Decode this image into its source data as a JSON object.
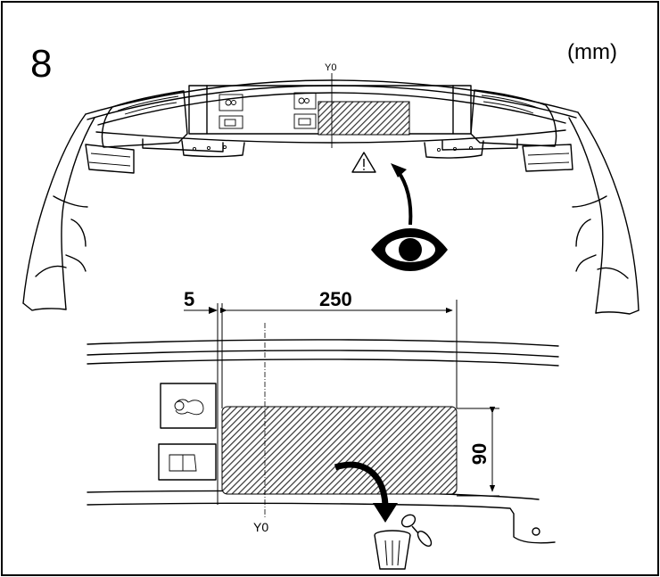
{
  "figure": {
    "step_number": "8",
    "unit_label": "(mm)"
  },
  "top_view": {
    "centerline_label": "Y0",
    "caution_symbol": "warning-triangle-icon",
    "view_direction_symbol": "eye-icon"
  },
  "detail_view": {
    "centerline_label": "Y0",
    "dimensions": {
      "offset": "5",
      "width": "250",
      "height": "90"
    },
    "disposal_symbol": "trash-bin-icon"
  },
  "colors": {
    "line": "#000000",
    "background": "#ffffff",
    "hatch_fill": "#555555"
  }
}
